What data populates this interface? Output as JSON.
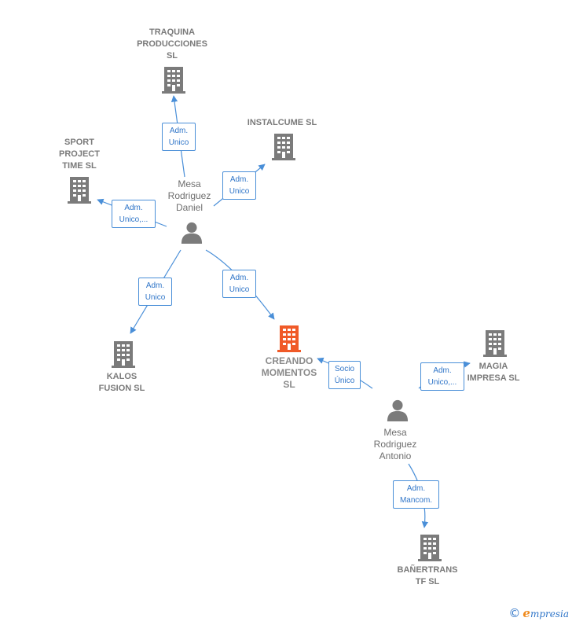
{
  "colors": {
    "accent": "#4a8fd8",
    "building": "#7b7b7b",
    "main_building": "#f05a28",
    "person": "#7b7b7b"
  },
  "companies": [
    {
      "id": "traquina",
      "label": "TRAQUINA\nPRODUCCIONES\nSL"
    },
    {
      "id": "instalcume",
      "label": "INSTALCUME SL"
    },
    {
      "id": "sport",
      "label": "SPORT\nPROJECT\nTIME  SL"
    },
    {
      "id": "kalos",
      "label": "KALOS\nFUSION  SL"
    },
    {
      "id": "creando",
      "label": "CREANDO\nMOMENTOS\nSL",
      "main": true
    },
    {
      "id": "magia",
      "label": "MAGIA\nIMPRESA  SL"
    },
    {
      "id": "banertrans",
      "label": "BAÑERTRANS\nTF SL"
    }
  ],
  "persons": [
    {
      "id": "daniel",
      "label": "Mesa\nRodriguez\nDaniel"
    },
    {
      "id": "antonio",
      "label": "Mesa\nRodriguez\nAntonio"
    }
  ],
  "relations": [
    {
      "id": "r-traquina",
      "label": "Adm.\nUnico"
    },
    {
      "id": "r-instalcume",
      "label": "Adm.\nUnico"
    },
    {
      "id": "r-sport",
      "label": "Adm.\nUnico,..."
    },
    {
      "id": "r-kalos",
      "label": "Adm.\nUnico"
    },
    {
      "id": "r-creando-daniel",
      "label": "Adm.\nUnico"
    },
    {
      "id": "r-creando-antonio",
      "label": "Socio\nÚnico"
    },
    {
      "id": "r-magia",
      "label": "Adm.\nUnico,..."
    },
    {
      "id": "r-banertrans",
      "label": "Adm.\nMancom."
    }
  ],
  "footer": {
    "copyright": "©",
    "brand_initial": "e",
    "brand_rest": "mpresia"
  }
}
